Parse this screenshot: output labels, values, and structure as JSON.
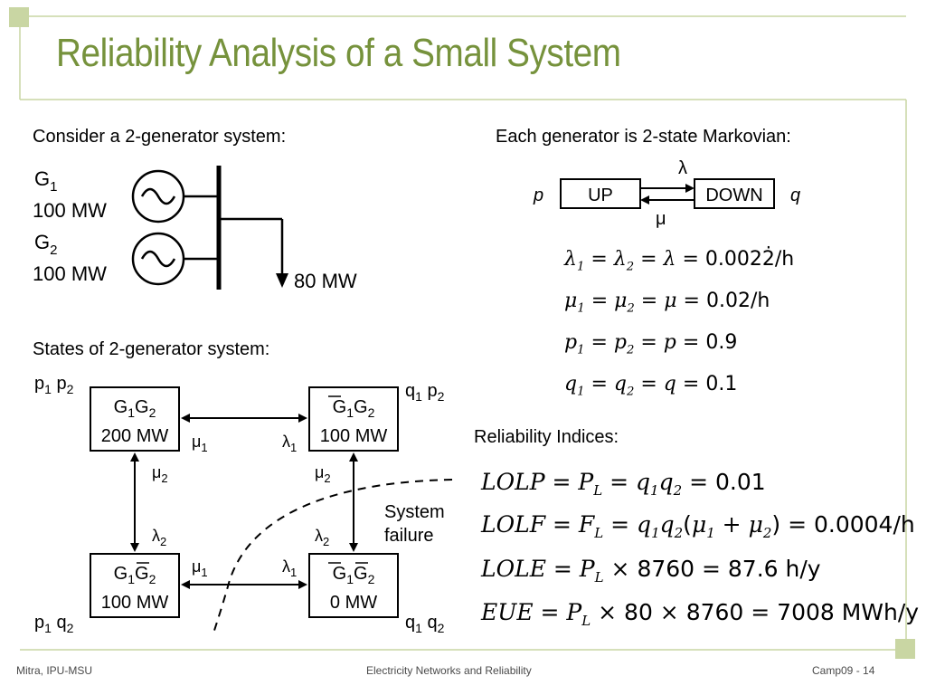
{
  "slide": {
    "title": "Reliability Analysis of a Small System",
    "accent_color": "#76923c",
    "decor_color": "#c9d6a3"
  },
  "left": {
    "heading": "Consider a 2-generator system:",
    "g1_label": "G",
    "g1_sub": "1",
    "g1_mw": "100 MW",
    "g2_label": "G",
    "g2_sub": "2",
    "g2_mw": "100 MW",
    "load": "80 MW",
    "states_heading": "States of 2-generator system:"
  },
  "right": {
    "heading": "Each generator is 2-state Markovian:",
    "up": "UP",
    "down": "DOWN",
    "p": "p",
    "q": "q",
    "lambda": "λ",
    "mu": "μ"
  },
  "states": {
    "s1": {
      "line1": "G1G2",
      "line2": "200 MW",
      "prob": "p1 p2"
    },
    "s2": {
      "line1": "G1G2",
      "line2": "100 MW",
      "prob": "q1 p2"
    },
    "s3": {
      "line1": "G1G2",
      "line2": "100 MW",
      "prob": "p1 q2"
    },
    "s4": {
      "line1": "G1G2",
      "line2": "0 MW",
      "prob": "q1 q2"
    },
    "failure_line1": "System",
    "failure_line2": "failure"
  },
  "parameters": {
    "lambda_value": "0.0022̇/h",
    "mu_value": "0.02/h",
    "p_value": "0.9",
    "q_value": "0.1"
  },
  "indices": {
    "heading": "Reliability Indices:",
    "lolp_value": "0.01",
    "lolf_value": "0.0004/h",
    "lole_hours": "8760",
    "lole_value": "87.6 h/y",
    "eue_load": "80",
    "eue_hours": "8760",
    "eue_value": "7008 MWh/y"
  },
  "footer": {
    "left": "Mitra, IPU-MSU",
    "center": "Electricity Networks and Reliability",
    "right": "Camp09 - 14"
  }
}
